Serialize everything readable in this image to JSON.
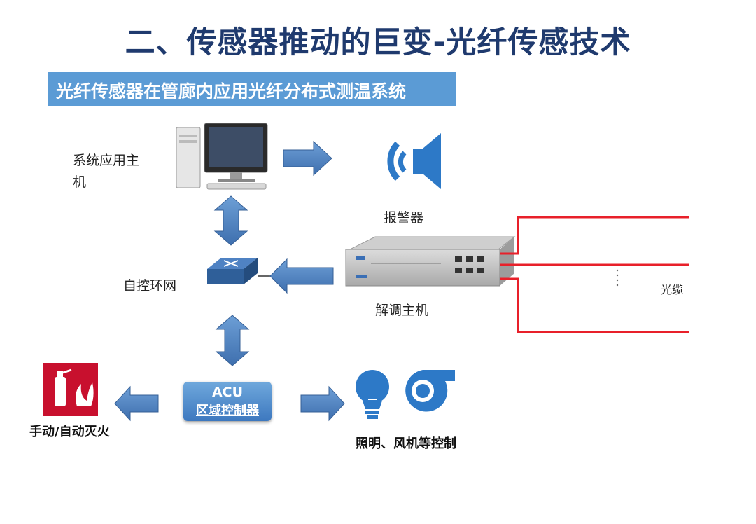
{
  "title": "二、传感器推动的巨变-光纤传感技术",
  "subtitle": "光纤传感器在管廊内应用光纤分布式测温系统",
  "nodes": {
    "host_line1": "系统应用主",
    "host_line2": "机",
    "alarm": "报警器",
    "network": "自控环网",
    "demod": "解调主机",
    "cable": "光缆",
    "acu_title": "ACU",
    "acu_sub": "区域控制器",
    "fire": "手动/自动灭火",
    "lighting_fan": "照明、风机等控制"
  },
  "colors": {
    "title": "#1f3a6e",
    "banner": "#5b9bd5",
    "arrow": "#4a7ebb",
    "fiber": "#e8202a",
    "fire_sign": "#c8102e"
  }
}
